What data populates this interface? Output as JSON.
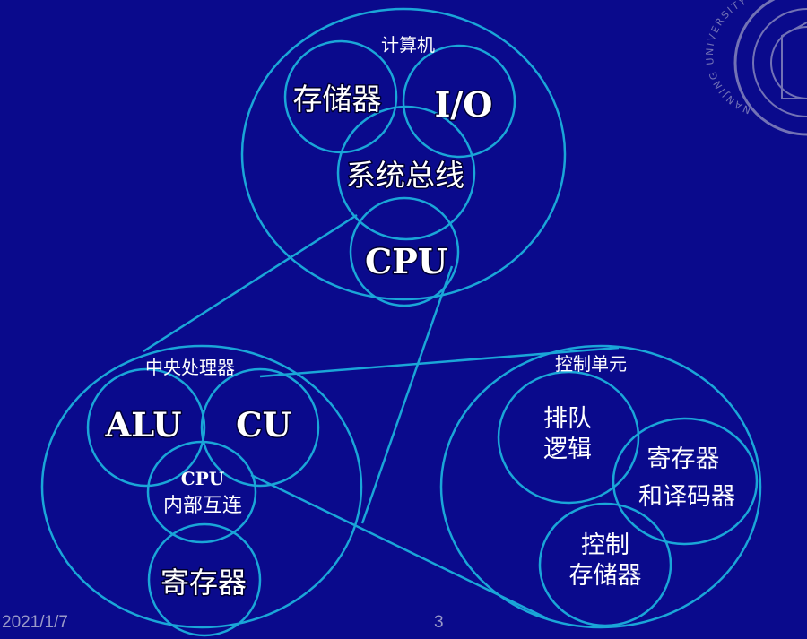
{
  "colors": {
    "background": "#0a0a8c",
    "line": "#1aa6d8",
    "text": "#ffffff",
    "footer": "#9a9ac8"
  },
  "computer": {
    "title": "计算机",
    "memory": "存储器",
    "io": "I/O",
    "bus": "系统总线",
    "cpu": "CPU"
  },
  "cpu_detail": {
    "title": "中央处理器",
    "alu": "ALU",
    "cu": "CU",
    "interconnect_line1": "CPU",
    "interconnect_line2": "内部互连",
    "registers": "寄存器"
  },
  "control_unit": {
    "title": "控制单元",
    "queue_line1": "排队",
    "queue_line2": "逻辑",
    "reg_line1": "寄存器",
    "reg_line2": "和译码器",
    "ctrl_line1": "控制",
    "ctrl_line2": "存储器"
  },
  "footer": {
    "date": "2021/1/7",
    "page": "3"
  },
  "logo": {
    "name": "university-seal",
    "text": "NANJING UNIVERSITY"
  }
}
